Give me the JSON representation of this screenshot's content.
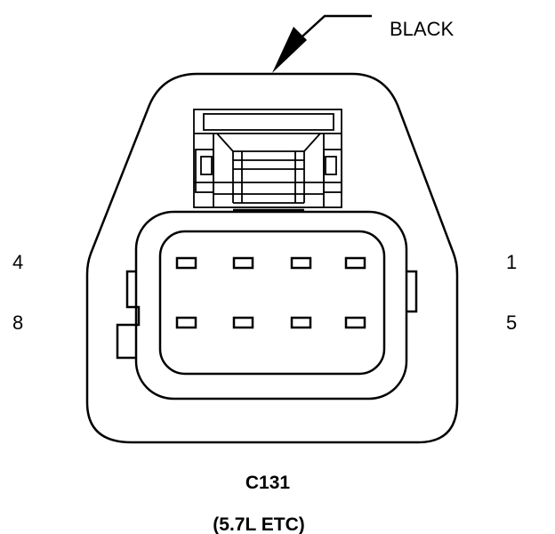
{
  "color_label": "BLACK",
  "pin_labels": {
    "top_left": "4",
    "bottom_left": "8",
    "top_right": "1",
    "bottom_right": "5"
  },
  "connector_id": "C131",
  "connector_note": "(5.7L ETC)",
  "colors": {
    "line": "#000000",
    "background": "#ffffff"
  }
}
